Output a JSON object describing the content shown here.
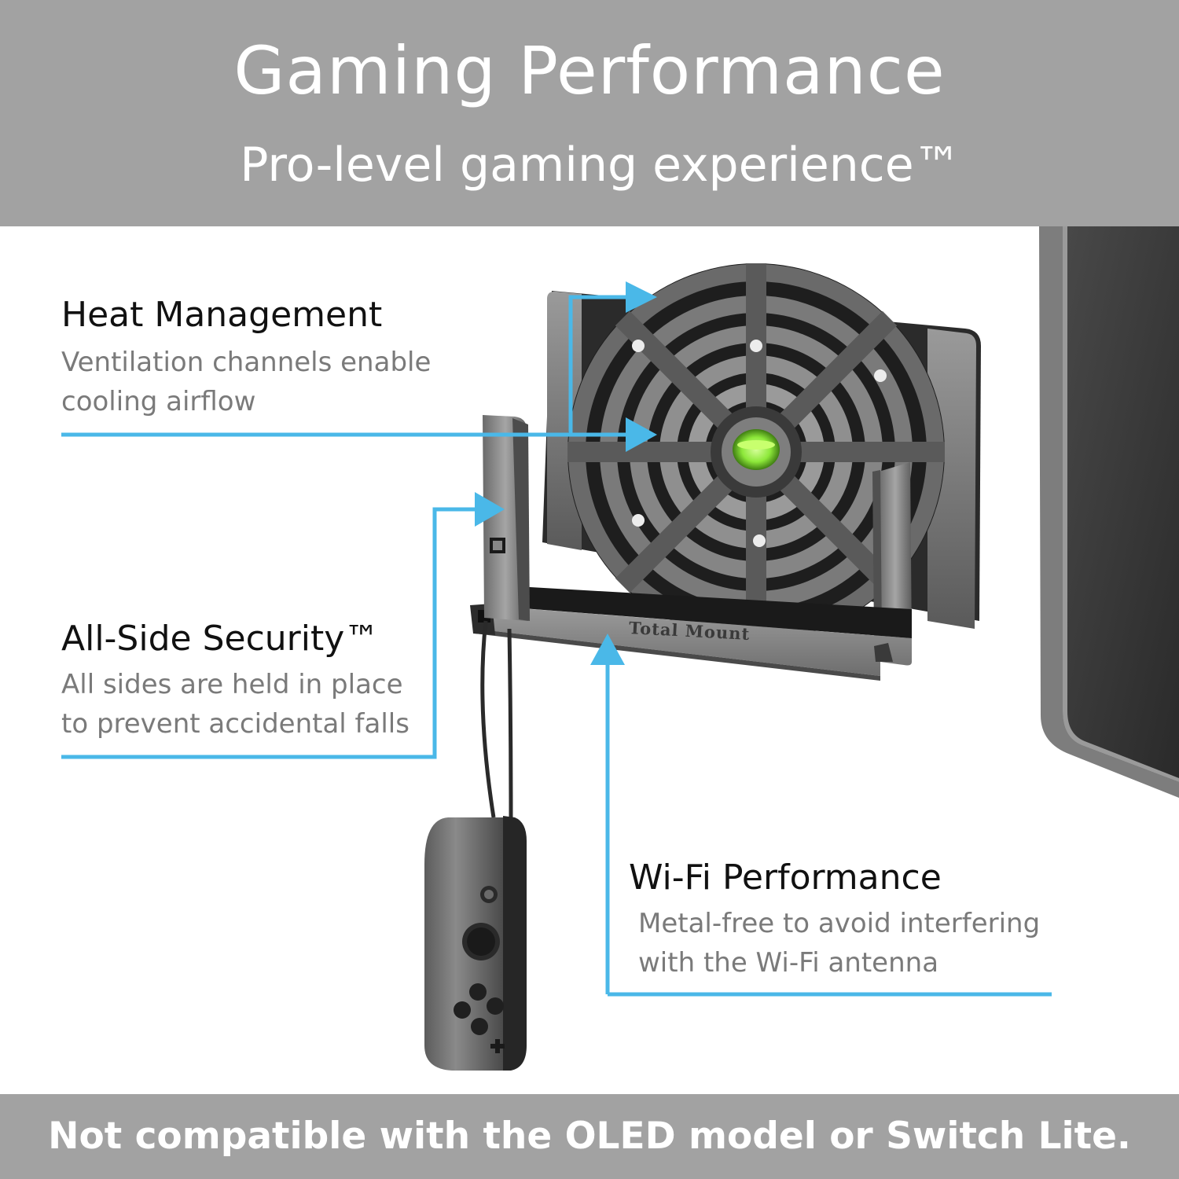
{
  "header": {
    "title": "Gaming Performance",
    "subtitle": "Pro-level gaming experience™"
  },
  "features": {
    "heat": {
      "title": "Heat Management",
      "lines": [
        "Ventilation channels enable",
        "cooling airflow"
      ]
    },
    "security": {
      "title": "All-Side Security™",
      "lines": [
        "All sides are held in place",
        "to prevent accidental falls"
      ]
    },
    "wifi": {
      "title": "Wi-Fi Performance",
      "lines": [
        "Metal-free to avoid interfering",
        "with the Wi-Fi antenna"
      ]
    }
  },
  "product": {
    "brand": "Total Mount"
  },
  "footer": {
    "disclaimer": "Not compatible with the OLED model or Switch Lite."
  },
  "colors": {
    "banner": "#a2a2a2",
    "callout": "#4ab8e8",
    "fan_light": "#9bf03c"
  }
}
